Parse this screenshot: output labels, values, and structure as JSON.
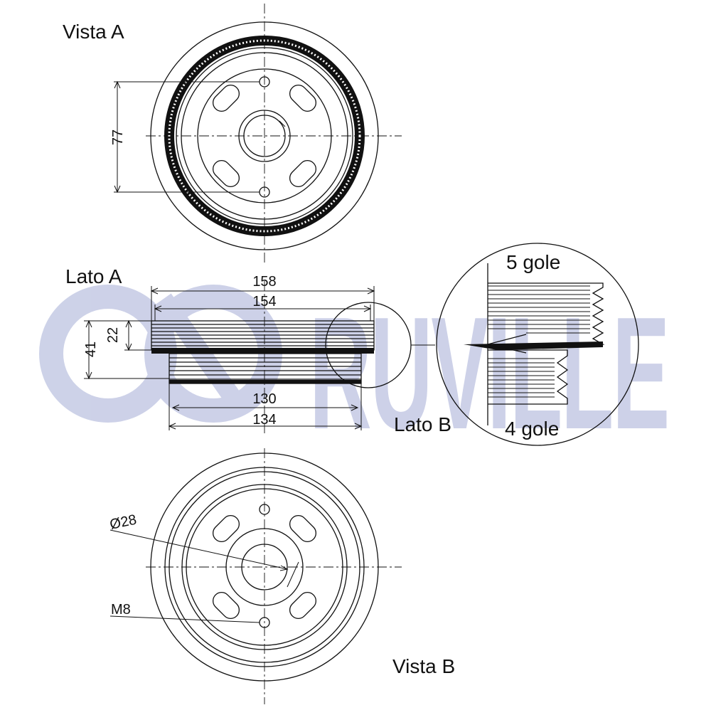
{
  "labels": {
    "vista_a": "Vista A",
    "lato_a": "Lato A",
    "lato_b": "Lato B",
    "vista_b": "Vista B",
    "gole_5": "5 gole",
    "gole_4": "4 gole"
  },
  "dimensions": {
    "bolt_spacing": "77",
    "outer_dia": "158",
    "outer_groove_dia": "154",
    "inner_groove_dia": "130",
    "inner_dia": "134",
    "front_width": "22",
    "total_width": "41",
    "bore": "Ø28",
    "thread": "M8"
  },
  "watermark": {
    "text": "RUVILLE",
    "color": "#c8cde6"
  },
  "colors": {
    "line": "#111111",
    "background": "#ffffff"
  }
}
